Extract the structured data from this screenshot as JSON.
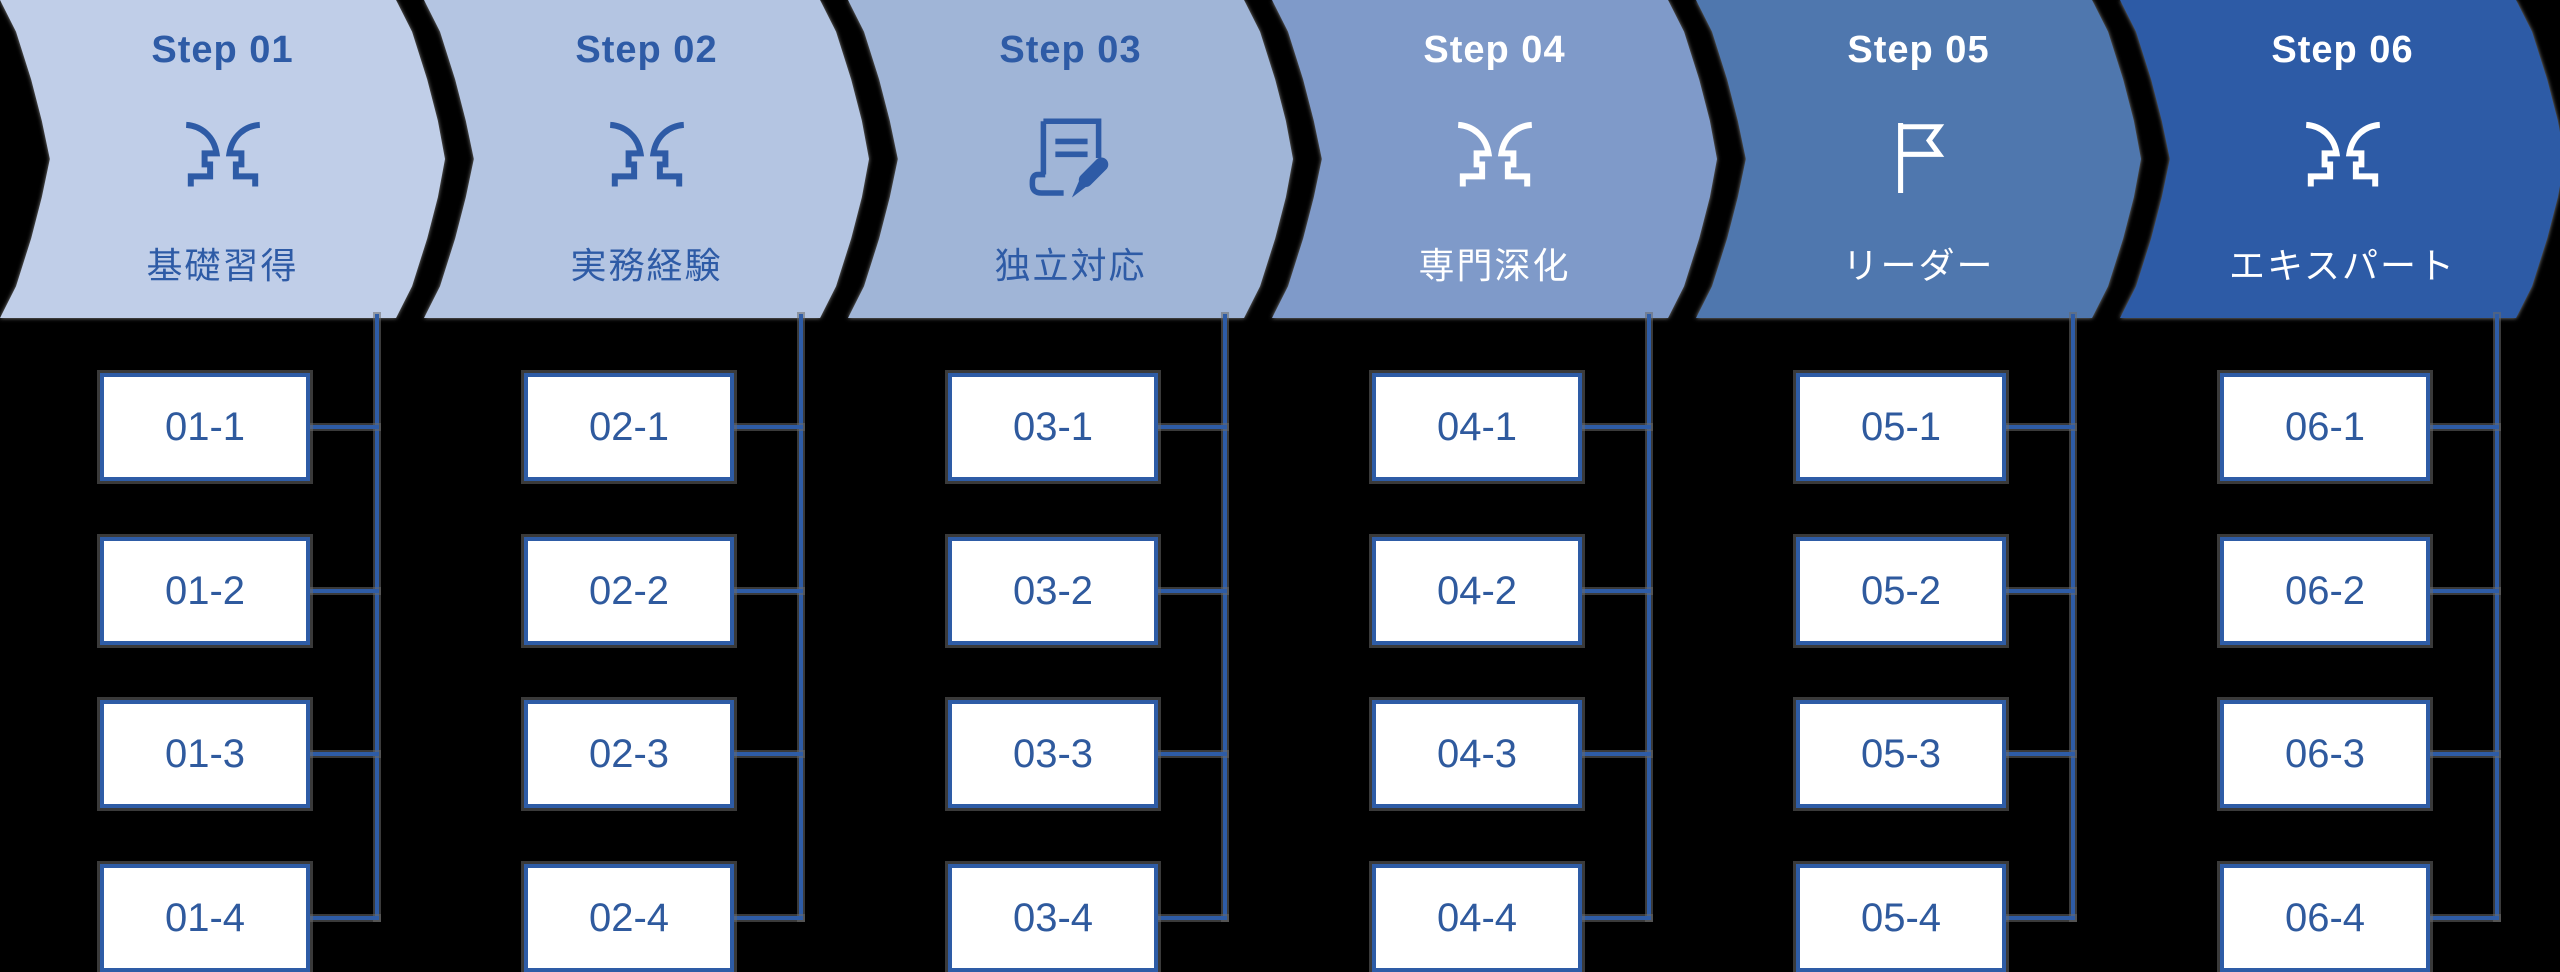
{
  "diagram_title": "career-step-flow",
  "palette": {
    "background": "#000000",
    "connector_line": "#2e5ca6",
    "box_border": "#2e5ca6",
    "box_text": "#2f5a9e",
    "banner_fg_dark": "#2e5ba6",
    "banner_fg_light": "#ffffff"
  },
  "steps": [
    {
      "step_label": "Step 01",
      "title": "基礎習得",
      "icon": "faces-icon",
      "bg": "#c0cee8",
      "fg": "#2e5ba6",
      "items": [
        "01-1",
        "01-2",
        "01-3",
        "01-4"
      ]
    },
    {
      "step_label": "Step 02",
      "title": "実務経験",
      "icon": "faces-icon",
      "bg": "#b4c5e2",
      "fg": "#2e5ba6",
      "items": [
        "02-1",
        "02-2",
        "02-3",
        "02-4"
      ]
    },
    {
      "step_label": "Step 03",
      "title": "独立対応",
      "icon": "document-edit-icon",
      "bg": "#a0b5d7",
      "fg": "#2e5ba6",
      "items": [
        "03-1",
        "03-2",
        "03-3",
        "03-4"
      ]
    },
    {
      "step_label": "Step 04",
      "title": "専門深化",
      "icon": "faces-icon",
      "bg": "#7f9ac9",
      "fg": "#ffffff",
      "items": [
        "04-1",
        "04-2",
        "04-3",
        "04-4"
      ]
    },
    {
      "step_label": "Step 05",
      "title": "リーダー",
      "icon": "flag-icon",
      "bg": "#4f77ae",
      "fg": "#ffffff",
      "items": [
        "05-1",
        "05-2",
        "05-3",
        "05-4"
      ]
    },
    {
      "step_label": "Step 06",
      "title": "エキスパート",
      "icon": "faces-icon",
      "bg": "#2d5ba6",
      "fg": "#ffffff",
      "items": [
        "06-1",
        "06-2",
        "06-3",
        "06-4"
      ]
    }
  ]
}
